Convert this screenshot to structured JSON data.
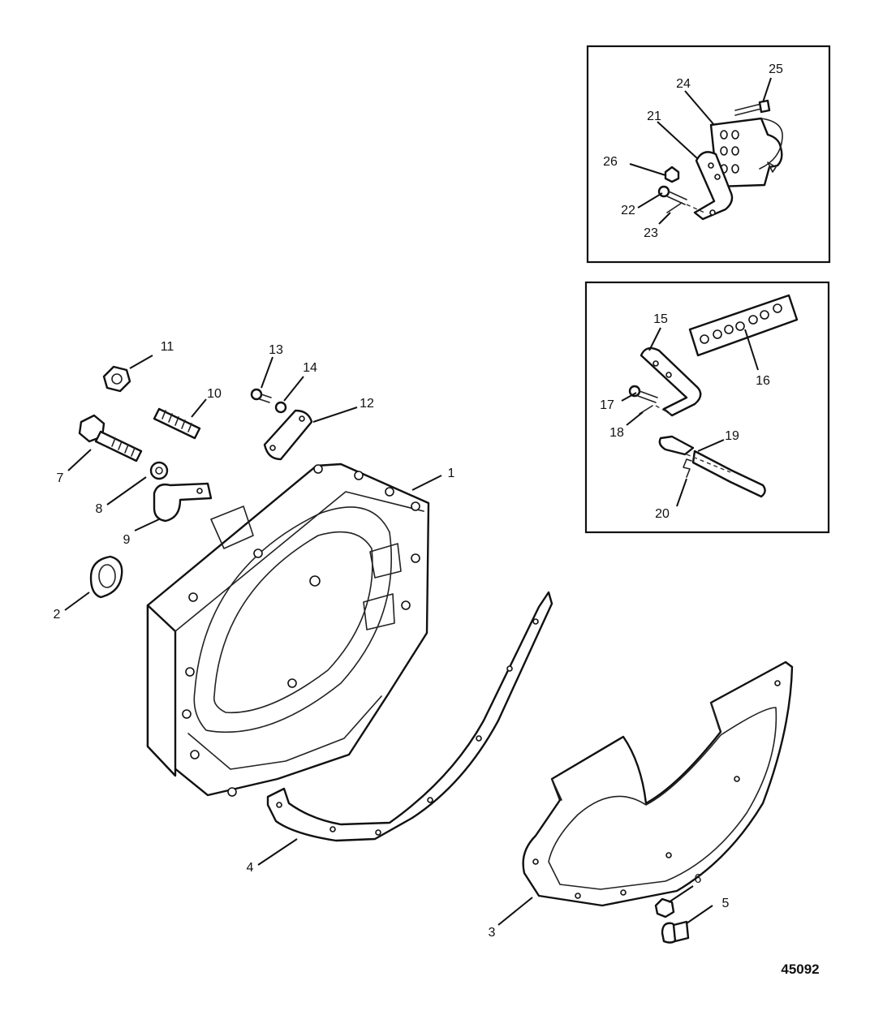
{
  "figure_number": "45092",
  "callouts": {
    "c1": "1",
    "c2": "2",
    "c3": "3",
    "c4": "4",
    "c5": "5",
    "c6": "6",
    "c7": "7",
    "c8": "8",
    "c9": "9",
    "c10": "10",
    "c11": "11",
    "c12": "12",
    "c13": "13",
    "c14": "14",
    "c15": "15",
    "c16": "16",
    "c17": "17",
    "c18": "18",
    "c19": "19",
    "c20": "20",
    "c21": "21",
    "c22": "22",
    "c23": "23",
    "c24": "24",
    "c25": "25",
    "c26": "26"
  }
}
